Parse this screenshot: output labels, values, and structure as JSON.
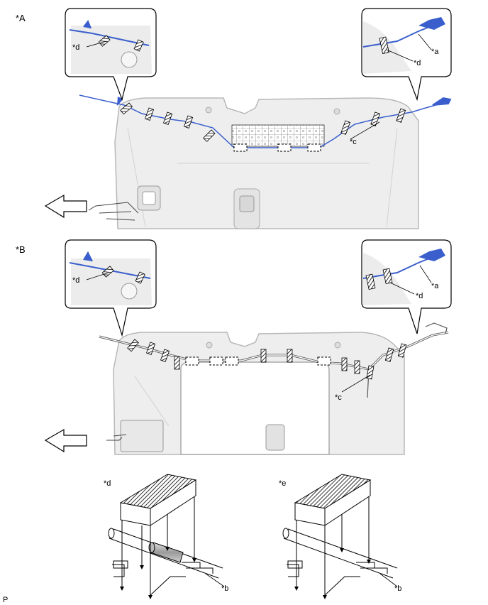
{
  "section_a": {
    "label": "*A"
  },
  "section_b": {
    "label": "*B"
  },
  "callouts": {
    "a": "*a",
    "b": "*b",
    "c": "*c",
    "d": "*d",
    "e": "*e"
  },
  "detail_d": {
    "label": "*d"
  },
  "detail_e": {
    "label": "*e"
  },
  "footer": {
    "code": "P"
  },
  "colors": {
    "harness_blue": "#3a5fcd",
    "tape_hatch": "#000000",
    "headliner": "#eeeeee"
  },
  "icons": [
    "front-direction-arrow",
    "tape-hatch",
    "clamp-dashed-box"
  ]
}
